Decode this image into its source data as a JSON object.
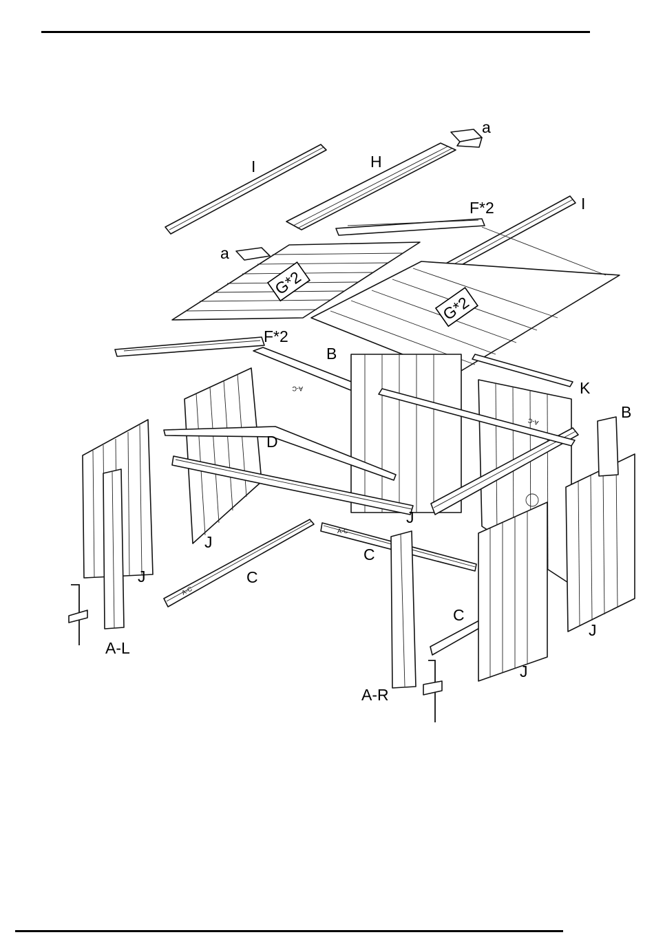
{
  "diagram": {
    "labels": {
      "I_top_left": "I",
      "H": "H",
      "a_top": "a",
      "F2_top": "F*2",
      "I_top_right": "I",
      "a_left": "a",
      "G2_left": "G*2",
      "G2_right": "G*2",
      "F2_bottom": "F*2",
      "B_center": "B",
      "K": "K",
      "B_right": "B",
      "D": "D",
      "J_left_back": "J",
      "J_front_left": "J",
      "J_center": "J",
      "J_right_front": "J",
      "J_right_back": "J",
      "C_left": "C",
      "C_center": "C",
      "C_right": "C",
      "AL": "A-L",
      "AR": "A-R",
      "AC_stamp_1": "A-C",
      "AC_stamp_2": "A-C",
      "AC_stamp_3": "A-C",
      "AC_stamp_4": "A-C"
    }
  }
}
